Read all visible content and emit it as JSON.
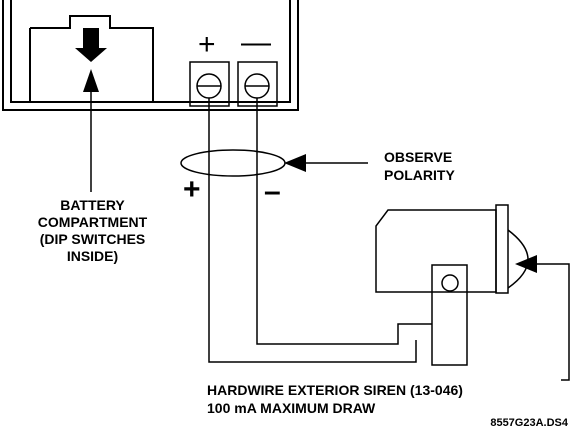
{
  "panel": {
    "plus_symbol": "+",
    "minus_symbol": "—"
  },
  "wires": {
    "plus_symbol": "+",
    "minus_symbol": "–"
  },
  "labels": {
    "battery_lines": [
      "BATTERY",
      "COMPARTMENT",
      "(DIP SWITCHES",
      "INSIDE)"
    ],
    "observe_lines": [
      "OBSERVE",
      "POLARITY"
    ],
    "siren_lines": [
      "HARDWIRE EXTERIOR SIREN (13-046)",
      "100 mA MAXIMUM DRAW"
    ],
    "figure_id": "8557G23A.DS4"
  },
  "icons": {
    "down_arrow": "down-arrow-icon",
    "up_arrow": "up-arrow-icon",
    "left_arrow": "left-arrow-icon",
    "terminal": "screw-terminal-icon"
  },
  "colors": {
    "ink": "#000000",
    "paper": "#ffffff"
  }
}
